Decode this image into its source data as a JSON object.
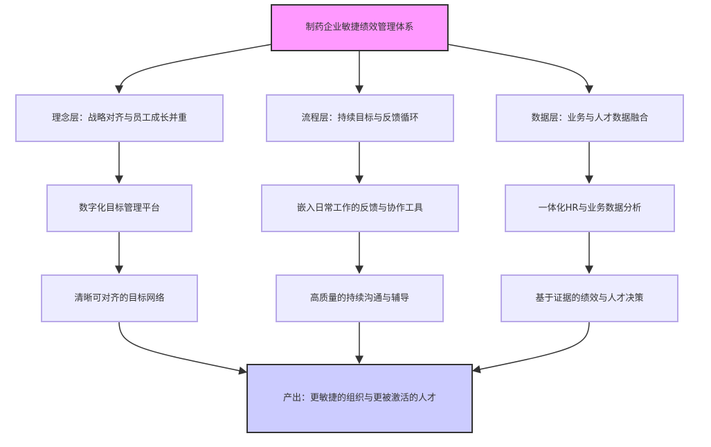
{
  "diagram": {
    "type": "flowchart",
    "direction": "top-down",
    "colors": {
      "root_fill": "#FF99FF",
      "root_stroke": "#333333",
      "node_fill": "#ECECFF",
      "node_stroke": "#B8A8E8",
      "output_fill": "#CCCCFF",
      "output_stroke": "#333333",
      "edge": "#333333",
      "text": "#333333"
    },
    "nodes": {
      "root": "制药企业敏捷绩效管理体系",
      "concept_layer": "理念层：战略对齐与员工成长并重",
      "process_layer": "流程层：持续目标与反馈循环",
      "data_layer": "数据层：业务与人才数据融合",
      "digital_goal_platform": "数字化目标管理平台",
      "embedded_feedback_tools": "嵌入日常工作的反馈与协作工具",
      "integrated_hr_analytics": "一体化HR与业务数据分析",
      "clear_goal_network": "清晰可对齐的目标网络",
      "quality_communication": "高质量的持续沟通与辅导",
      "evidence_based_decisions": "基于证据的绩效与人才决策",
      "output": "产出：更敏捷的组织与更被激活的人才"
    },
    "edges": [
      {
        "from": "root",
        "to": "concept_layer"
      },
      {
        "from": "root",
        "to": "process_layer"
      },
      {
        "from": "root",
        "to": "data_layer"
      },
      {
        "from": "concept_layer",
        "to": "digital_goal_platform"
      },
      {
        "from": "process_layer",
        "to": "embedded_feedback_tools"
      },
      {
        "from": "data_layer",
        "to": "integrated_hr_analytics"
      },
      {
        "from": "digital_goal_platform",
        "to": "clear_goal_network"
      },
      {
        "from": "embedded_feedback_tools",
        "to": "quality_communication"
      },
      {
        "from": "integrated_hr_analytics",
        "to": "evidence_based_decisions"
      },
      {
        "from": "clear_goal_network",
        "to": "output"
      },
      {
        "from": "quality_communication",
        "to": "output"
      },
      {
        "from": "evidence_based_decisions",
        "to": "output"
      }
    ]
  }
}
